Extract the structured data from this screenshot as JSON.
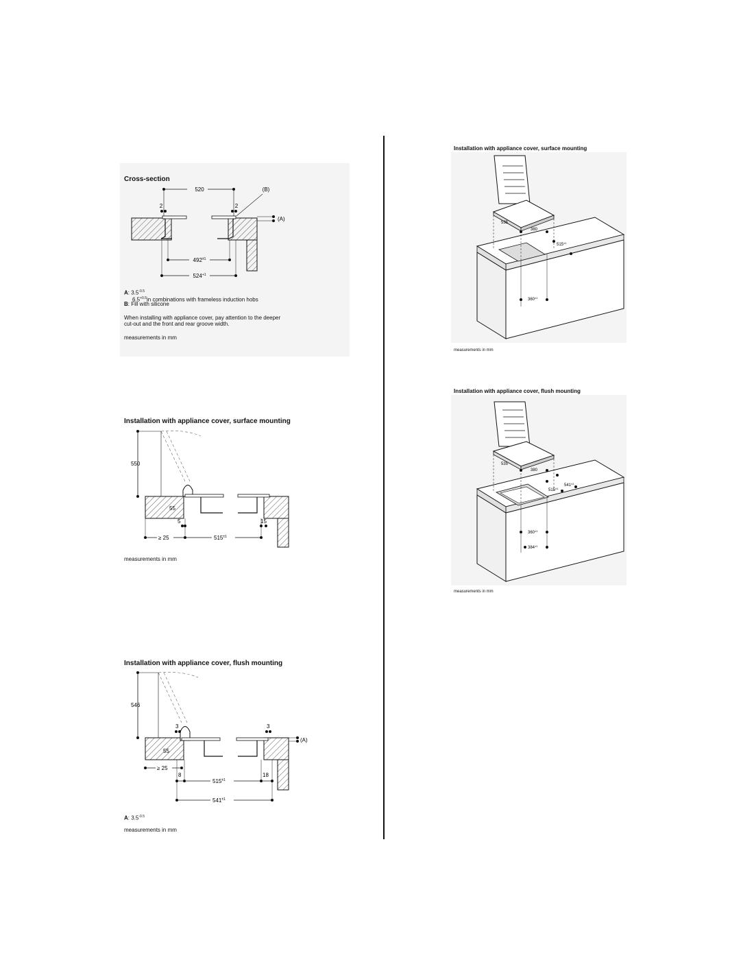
{
  "cross_section": {
    "title": "Cross-section",
    "dim_top": "520",
    "dim_left_gap": "2",
    "dim_right_gap": "2",
    "label_b": "(B)",
    "label_a": "(A)",
    "dim_inner": "492",
    "dim_inner_tol": "±1",
    "dim_outer": "524",
    "dim_outer_tol": "+1",
    "note_a_label": "A",
    "note_a_value": ": 3.5",
    "note_a_tol": "-0.5",
    "note_a2_value": "6.5",
    "note_a2_tol": "+0.5",
    "note_a2_text": "in combinations with frameless induction hobs",
    "note_b_label": "B",
    "note_b_text": ": Fill with silicone",
    "instruction_line1": "When installing with appliance cover, pay attention to the deeper",
    "instruction_line2": "cut-out and the front and rear groove width.",
    "units": "measurements in mm"
  },
  "surface_section": {
    "title": "Installation with appliance cover, surface mounting",
    "dim_height": "550",
    "dim_55": "55",
    "dim_5": "5",
    "dim_15": "15",
    "dim_25": "≥ 25",
    "dim_515": "515",
    "dim_515_tol": "±1",
    "units": "measurements in mm"
  },
  "flush_section": {
    "title": "Installation with appliance cover, flush mounting",
    "dim_height": "546",
    "dim_3_left": "3",
    "dim_3_right": "3",
    "label_a": "(A)",
    "dim_55": "55",
    "dim_25": "≥ 25",
    "dim_8": "8",
    "dim_18": "18",
    "dim_515": "515",
    "dim_515_tol": "±1",
    "dim_541": "541",
    "dim_541_tol": "±1",
    "note_a_label": "A",
    "note_a_value": ": 3.5",
    "note_a_tol": "-0.5",
    "units": "measurements in mm"
  },
  "surface_3d": {
    "title": "Installation with appliance cover, surface mounting",
    "dim_535": "535",
    "dim_380": "380",
    "dim_515": "515",
    "dim_515_tol": "±1",
    "dim_360": "360",
    "dim_360_tol": "±1",
    "units": "measurements in mm"
  },
  "flush_3d": {
    "title": "Installation with appliance cover, flush mounting",
    "dim_535": "535",
    "dim_380": "380",
    "dim_541": "541",
    "dim_541_tol": "±1",
    "dim_515": "515",
    "dim_515_tol": "±1",
    "dim_360": "360",
    "dim_360_tol": "±1",
    "dim_384": "384",
    "dim_384_tol": "±1",
    "units": "measurements in mm"
  },
  "colors": {
    "line": "#111111",
    "panel_bg": "#f4f4f4",
    "hatch": "#555555"
  }
}
